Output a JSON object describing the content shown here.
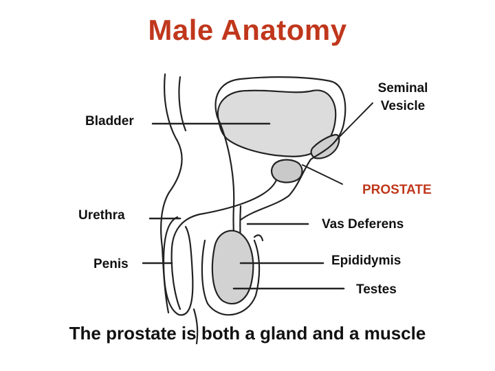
{
  "title": "Male Anatomy",
  "labels": {
    "seminal_vesicle_line1": "Seminal",
    "seminal_vesicle_line2": "Vesicle",
    "bladder": "Bladder",
    "prostate": "PROSTATE",
    "urethra": "Urethra",
    "vas_deferens": "Vas Deferens",
    "penis": "Penis",
    "epididymis": "Epididymis",
    "testes": "Testes"
  },
  "caption": "The prostate is both a gland and a muscle",
  "colors": {
    "title": "#c0371c",
    "accent_label": "#c0371c",
    "ink": "#111111"
  }
}
